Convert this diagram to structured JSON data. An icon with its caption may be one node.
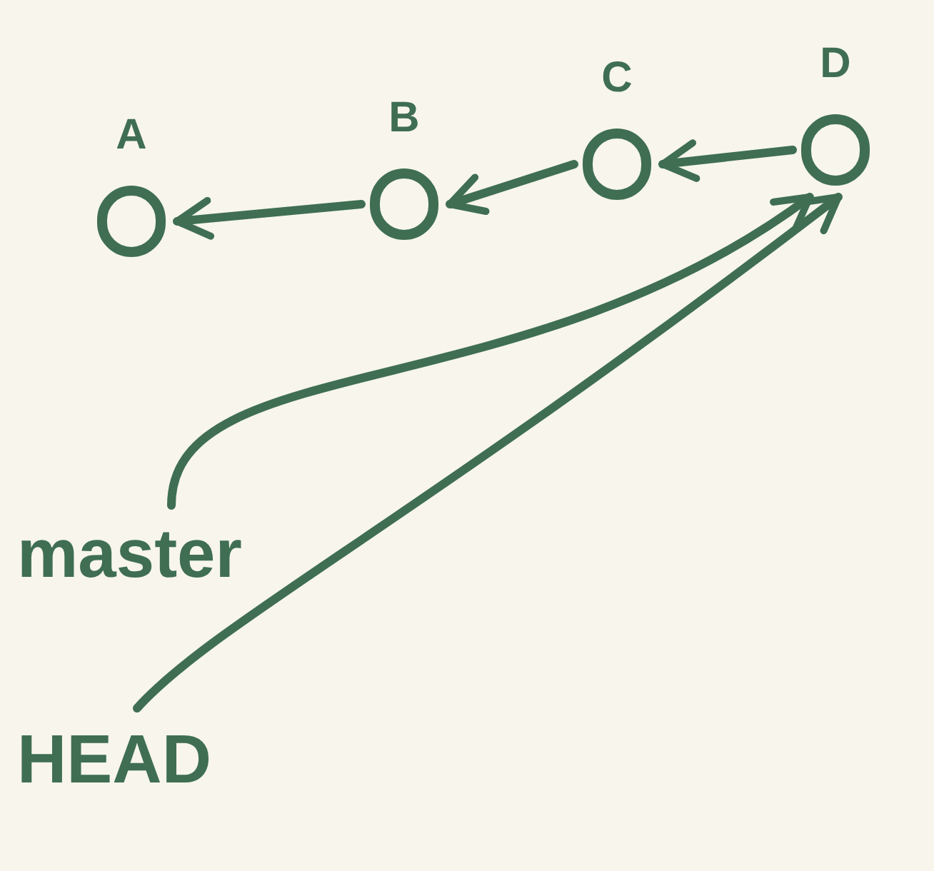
{
  "diagram": {
    "nodes": [
      {
        "text": [
          "A"
        ]
      },
      {
        "text": [
          "B"
        ]
      },
      {
        "text": [
          "C"
        ]
      },
      {
        "text": [
          "D"
        ]
      },
      {
        "text": [
          "master"
        ]
      },
      {
        "text": [
          "HEAD"
        ]
      }
    ],
    "edges": [
      {
        "from": 1,
        "to": 0,
        "arrow": "to"
      },
      {
        "from": 2,
        "to": 1,
        "arrow": "to"
      },
      {
        "from": 3,
        "to": 2,
        "arrow": "to"
      },
      {
        "from": 4,
        "to": 3,
        "arrow": "to"
      },
      {
        "from": 5,
        "to": 3,
        "arrow": "to"
      }
    ]
  }
}
